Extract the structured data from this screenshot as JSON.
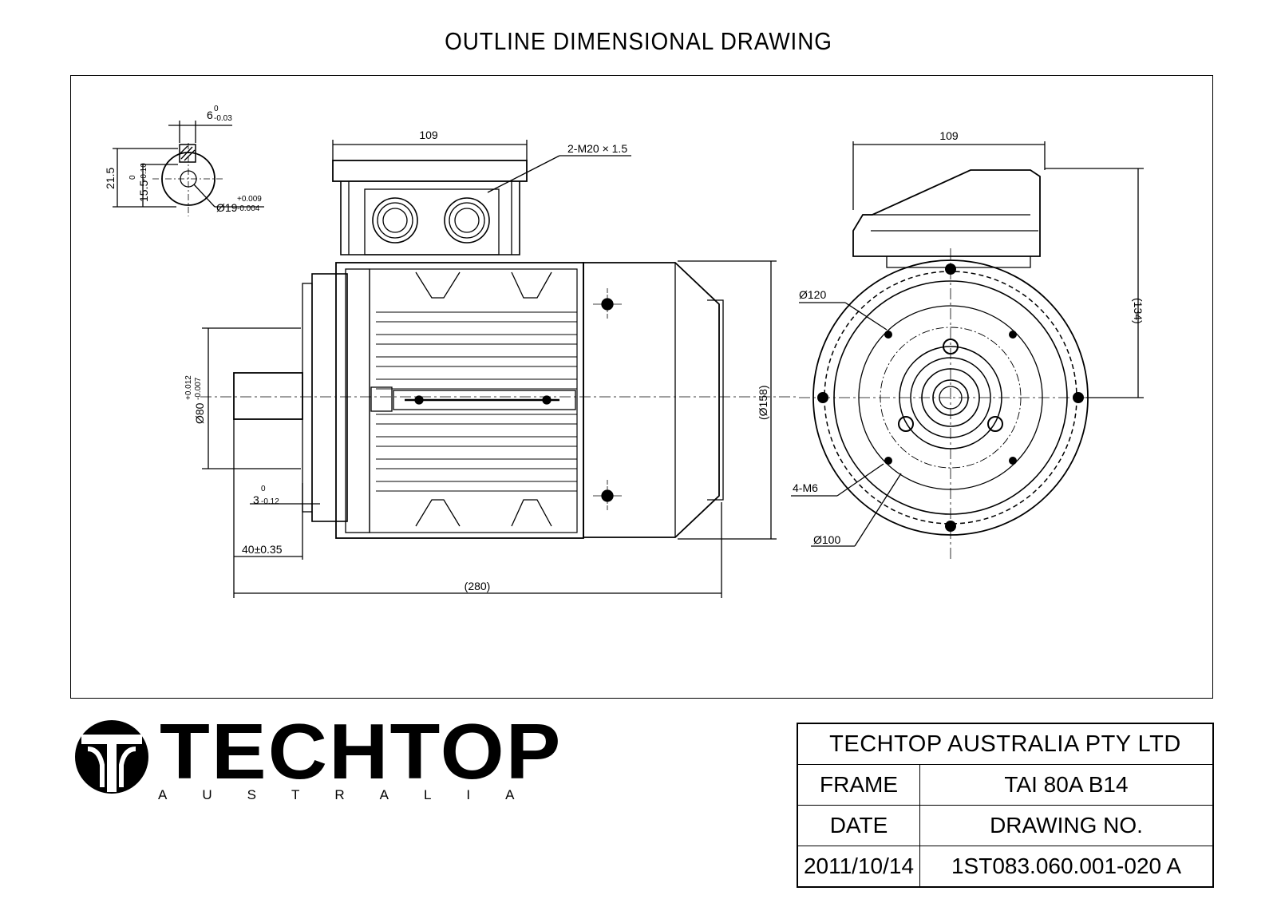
{
  "page": {
    "title": "OUTLINE DIMENSIONAL DRAWING"
  },
  "shaft_detail": {
    "key_width": "6",
    "key_width_tol_upper": "0",
    "key_width_tol_lower": "-0.03",
    "height": "21.5",
    "key_depth": "15.5",
    "key_depth_tol_upper": "0",
    "key_depth_tol_lower": "-0.10",
    "diameter": "Ø19",
    "diameter_tol_upper": "+0.009",
    "diameter_tol_lower": "-0.004"
  },
  "side_view": {
    "terminal_box_width": "109",
    "cable_entry": "2-M20 × 1.5",
    "spigot_dia": "Ø80",
    "spigot_tol_upper": "+0.012",
    "spigot_tol_lower": "-0.007",
    "spigot_depth": "3",
    "spigot_depth_tol_upper": "0",
    "spigot_depth_tol_lower": "-0.12",
    "shaft_length": "40±0.35",
    "overall_length": "(280)",
    "body_dia": "(Ø158)"
  },
  "end_view": {
    "terminal_box_width": "109",
    "centre_height_to_top": "(134)",
    "pcd_outer": "Ø120",
    "tapped_holes": "4-M6",
    "pcd_inner": "Ø100"
  },
  "logo": {
    "word": "TECHTOP",
    "subtitle": "AUSTRALIA"
  },
  "title_block": {
    "company": "TECHTOP AUSTRALIA PTY LTD",
    "frame_label": "FRAME",
    "frame_value": "TAI 80A B14",
    "date_label": "DATE",
    "drawing_label": "DRAWING NO.",
    "date_value": "2011/10/14",
    "drawing_value": "1ST083.060.001-020 A"
  }
}
